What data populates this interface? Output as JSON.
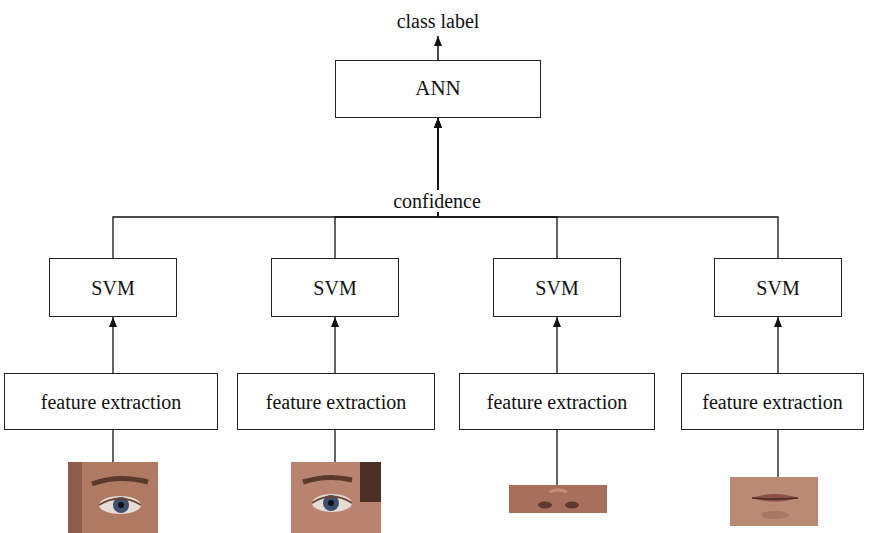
{
  "diagram": {
    "nodes": [
      {
        "text": [
          "ANN"
        ]
      },
      {
        "text": [
          "SVM"
        ]
      },
      {
        "text": [
          "SVM"
        ]
      },
      {
        "text": [
          "SVM"
        ]
      },
      {
        "text": [
          "SVM"
        ]
      },
      {
        "text": [
          "feature extraction"
        ]
      },
      {
        "text": [
          "feature extraction"
        ]
      },
      {
        "text": [
          "feature extraction"
        ]
      },
      {
        "text": [
          "feature extraction"
        ]
      }
    ],
    "edges": [
      {
        "from": 5,
        "to": 1,
        "arrow": "to"
      },
      {
        "from": 6,
        "to": 2,
        "arrow": "to"
      },
      {
        "from": 7,
        "to": 3,
        "arrow": "to"
      },
      {
        "from": 8,
        "to": 4,
        "arrow": "to"
      },
      {
        "from": 1,
        "to": 0,
        "arrow": "to"
      },
      {
        "from": 2,
        "to": 0,
        "arrow": "to"
      },
      {
        "from": 3,
        "to": 0,
        "arrow": "to"
      },
      {
        "from": 4,
        "to": 0,
        "arrow": "to"
      }
    ],
    "labels": [
      "class label",
      "confidence"
    ]
  }
}
